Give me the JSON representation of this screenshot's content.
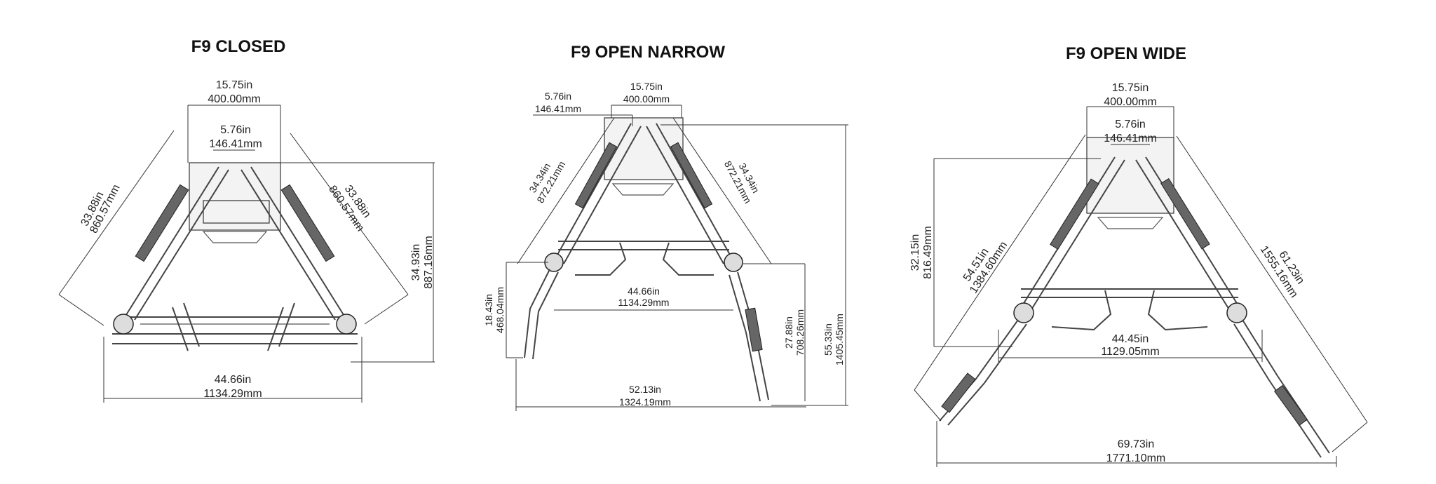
{
  "views": [
    {
      "title": "F9 CLOSED",
      "dims": {
        "top_width_in": "15.75in",
        "top_width_mm": "400.00mm",
        "inner_gap_in": "5.76in",
        "inner_gap_mm": "146.41mm",
        "left_arm_in": "33.88in",
        "left_arm_mm": "860.57mm",
        "right_arm_in": "33.88in",
        "right_arm_mm": "860.57mm",
        "height_in": "34.93in",
        "height_mm": "887.16mm",
        "base_width_in": "44.66in",
        "base_width_mm": "1134.29mm"
      }
    },
    {
      "title": "F9 OPEN NARROW",
      "dims": {
        "top_width_in": "15.75in",
        "top_width_mm": "400.00mm",
        "inner_gap_in": "5.76in",
        "inner_gap_mm": "146.41mm",
        "left_arm_in": "34.34in",
        "left_arm_mm": "872.21mm",
        "right_arm_in": "34.34in",
        "right_arm_mm": "872.21mm",
        "left_leg_in": "18.43in",
        "left_leg_mm": "468.04mm",
        "handle_width_in": "44.66in",
        "handle_width_mm": "1134.29mm",
        "right_leg_in": "27.88in",
        "right_leg_mm": "708.26mm",
        "height_in": "55.33in",
        "height_mm": "1405.45mm",
        "base_width_in": "52.13in",
        "base_width_mm": "1324.19mm"
      }
    },
    {
      "title": "F9 OPEN WIDE",
      "dims": {
        "top_width_in": "15.75in",
        "top_width_mm": "400.00mm",
        "inner_gap_in": "5.76in",
        "inner_gap_mm": "146.41mm",
        "height_in": "32.15in",
        "height_mm": "816.49mm",
        "left_arm_in": "54.51in",
        "left_arm_mm": "1384.60mm",
        "right_arm_in": "61.23in",
        "right_arm_mm": "1555.16mm",
        "handle_width_in": "44.45in",
        "handle_width_mm": "1129.05mm",
        "base_width_in": "69.73in",
        "base_width_mm": "1771.10mm"
      }
    }
  ]
}
